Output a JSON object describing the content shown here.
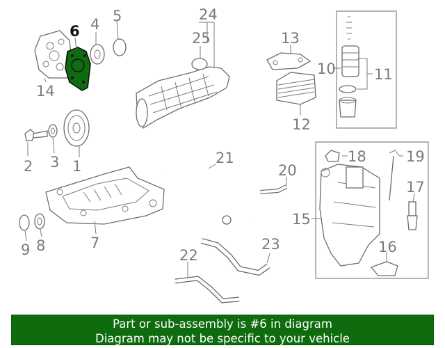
{
  "diagram": {
    "callouts": [
      {
        "id": "1",
        "label": "1"
      },
      {
        "id": "2",
        "label": "2"
      },
      {
        "id": "3",
        "label": "3"
      },
      {
        "id": "4",
        "label": "4"
      },
      {
        "id": "5",
        "label": "5"
      },
      {
        "id": "6",
        "label": "6"
      },
      {
        "id": "7",
        "label": "7"
      },
      {
        "id": "8",
        "label": "8"
      },
      {
        "id": "9",
        "label": "9"
      },
      {
        "id": "10",
        "label": "10"
      },
      {
        "id": "11",
        "label": "11"
      },
      {
        "id": "12",
        "label": "12"
      },
      {
        "id": "13",
        "label": "13"
      },
      {
        "id": "14",
        "label": "14"
      },
      {
        "id": "15",
        "label": "15"
      },
      {
        "id": "16",
        "label": "16"
      },
      {
        "id": "17",
        "label": "17"
      },
      {
        "id": "18",
        "label": "18"
      },
      {
        "id": "19",
        "label": "19"
      },
      {
        "id": "20",
        "label": "20"
      },
      {
        "id": "21",
        "label": "21"
      },
      {
        "id": "22",
        "label": "22"
      },
      {
        "id": "23",
        "label": "23"
      },
      {
        "id": "24",
        "label": "24"
      },
      {
        "id": "25",
        "label": "25"
      }
    ],
    "highlighted_part": "6",
    "colors": {
      "highlight_fill": "#0e6b0e",
      "line": "#6b6b6b",
      "label": "#7a7a7a",
      "banner_bg": "#0e6b0e",
      "banner_text": "#ffffff"
    }
  },
  "banner": {
    "line1": "Part or sub-assembly is #6 in diagram",
    "line2": "Diagram may not be specific to your vehicle"
  }
}
